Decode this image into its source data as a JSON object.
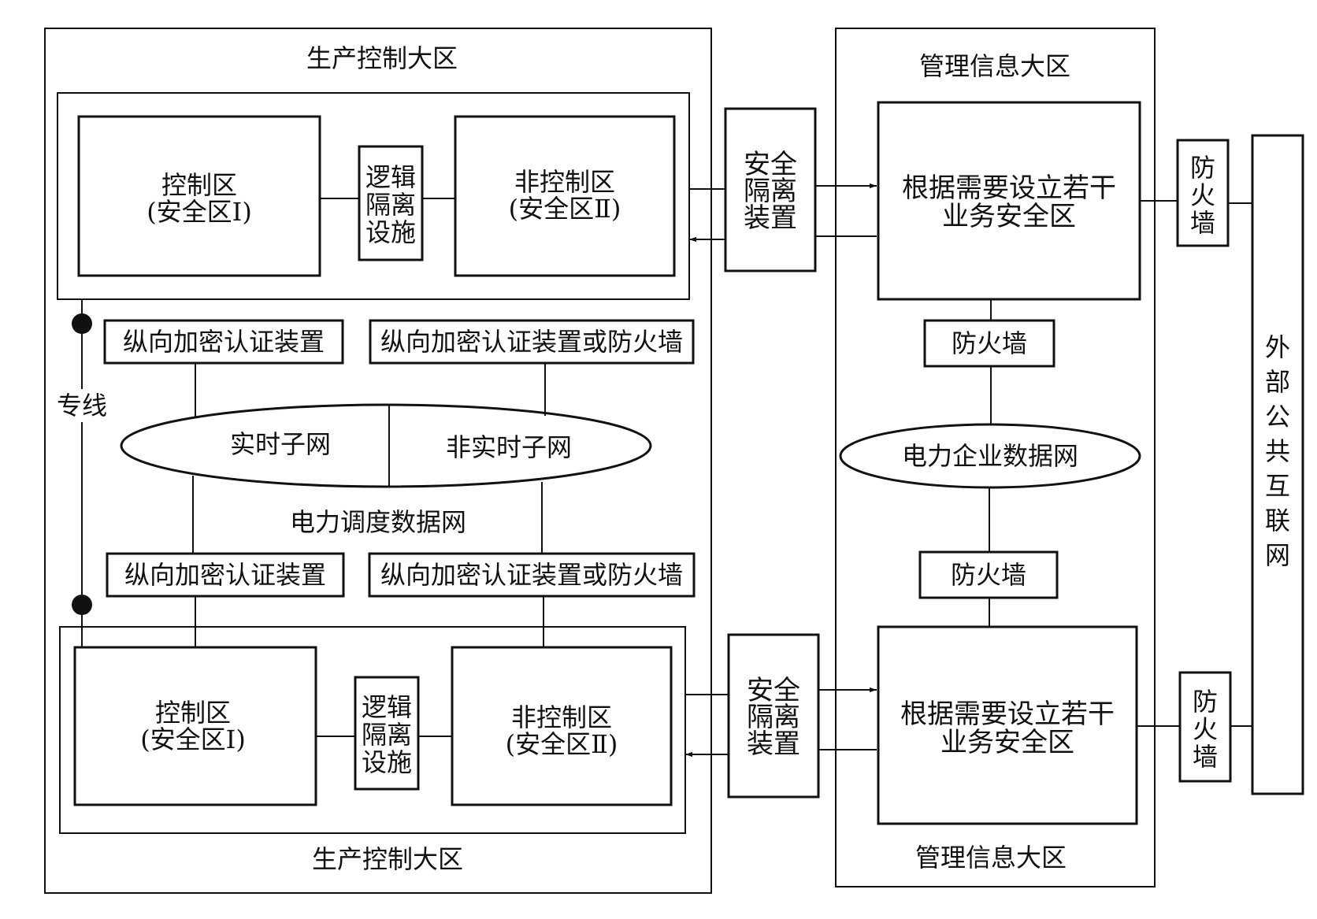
{
  "production_zone": {
    "top_title": "生产控制大区",
    "bottom_title": "生产控制大区",
    "control_zone": {
      "line1": "控制区",
      "line2": "(安全区Ⅰ)"
    },
    "noncontrol_zone": {
      "line1": "非控制区",
      "line2": "(安全区Ⅱ)"
    },
    "logical_isolation": [
      "逻辑",
      "隔离",
      "设施"
    ],
    "vertical_encrypt_device": "纵向加密认证装置",
    "vertical_encrypt_or_firewall": "纵向加密认证装置或防火墙",
    "dedicated_line": "专线",
    "dispatch_network": {
      "realtime_subnet": "实时子网",
      "nonrealtime_subnet": "非实时子网",
      "label": "电力调度数据网"
    }
  },
  "isolation_device": [
    "安全",
    "隔离",
    "装置"
  ],
  "management_zone": {
    "top_title": "管理信息大区",
    "bottom_title": "管理信息大区",
    "business_zone": {
      "line1": "根据需要设立若干",
      "line2": "业务安全区"
    },
    "firewall": "防火墙",
    "enterprise_network": "电力企业数据网"
  },
  "firewall_vertical": [
    "防",
    "火",
    "墙"
  ],
  "public_internet": [
    "外",
    "部",
    "公",
    "共",
    "互",
    "联",
    "网"
  ]
}
